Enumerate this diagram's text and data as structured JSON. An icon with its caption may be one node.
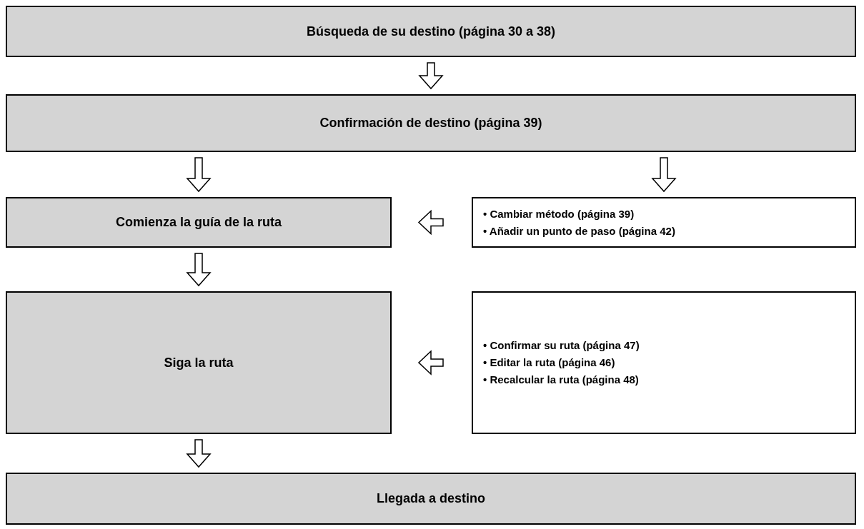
{
  "diagram": {
    "nodes": [
      {
        "text": [
          "Búsqueda de su destino (página 30 a 38)"
        ]
      },
      {
        "text": [
          "Confirmación de destino (página 39)"
        ]
      },
      {
        "text": [
          "Comienza la guía de la ruta"
        ]
      },
      {
        "text": [
          "• Cambiar método (página 39)",
          "• Añadir un punto de paso (página 42)"
        ]
      },
      {
        "text": [
          "Siga la ruta"
        ]
      },
      {
        "text": [
          "• Confirmar su ruta (página 47)",
          "• Editar la ruta (página 46)",
          "• Recalcular la ruta (página 48)"
        ]
      },
      {
        "text": [
          "Llegada a destino"
        ]
      }
    ],
    "edges": [
      {
        "from": 0,
        "to": 1,
        "arrow": "to"
      },
      {
        "from": 1,
        "to": 2,
        "arrow": "to"
      },
      {
        "from": 1,
        "to": 3,
        "arrow": "to"
      },
      {
        "from": 3,
        "to": 2,
        "arrow": "to"
      },
      {
        "from": 2,
        "to": 4,
        "arrow": "to"
      },
      {
        "from": 5,
        "to": 4,
        "arrow": "to"
      },
      {
        "from": 4,
        "to": 6,
        "arrow": "to"
      }
    ]
  }
}
